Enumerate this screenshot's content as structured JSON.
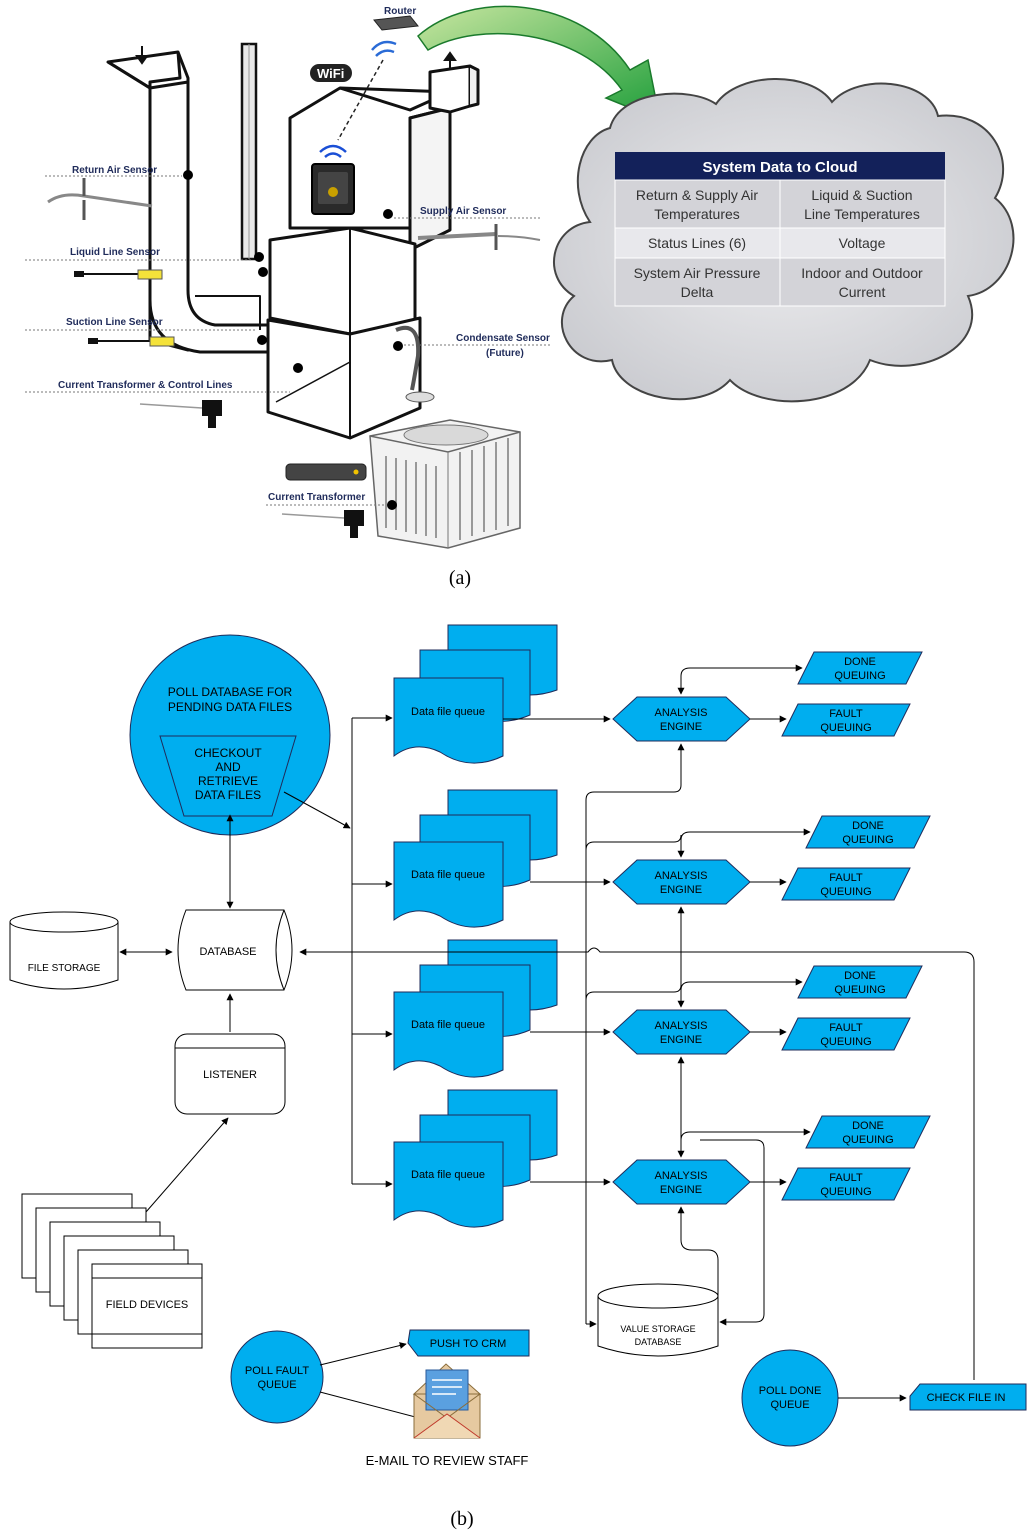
{
  "panel_a": {
    "router_label": "Router",
    "wifi_label": "WiFi",
    "sensors": {
      "return_air": "Return Air Sensor",
      "liquid_line": "Liquid Line Sensor",
      "suction_line": "Suction Line Sensor",
      "current_transformer_control": "Current Transformer & Control Lines",
      "supply_air": "Supply Air Sensor",
      "condensate": "Condensate Sensor",
      "condensate_note": "(Future)",
      "current_transformer": "Current Transformer"
    },
    "table": {
      "title": "System Data to Cloud",
      "rows": [
        [
          "Return & Supply Air",
          "Temperatures",
          "Liquid & Suction",
          "Line Temperatures"
        ],
        [
          "Status Lines (6)",
          "",
          "Voltage",
          ""
        ],
        [
          "System Air Pressure",
          "Delta",
          "Indoor  and Outdoor",
          "Current"
        ]
      ]
    },
    "caption": "(a)"
  },
  "panel_b": {
    "poll_database": [
      "POLL DATABASE FOR",
      "PENDING DATA FILES"
    ],
    "checkout": [
      "CHECKOUT",
      "AND",
      "RETRIEVE",
      "DATA FILES"
    ],
    "database": "DATABASE",
    "file_storage": "FILE STORAGE",
    "listener": "LISTENER",
    "field_devices": "FIELD DEVICES",
    "data_file_queue": "Data file queue",
    "analysis_engine": [
      "ANALYSIS",
      "ENGINE"
    ],
    "done_queuing": [
      "DONE",
      "QUEUING"
    ],
    "fault_queuing": [
      "FAULT",
      "QUEUING"
    ],
    "value_storage": [
      "VALUE STORAGE",
      "DATABASE"
    ],
    "poll_fault": [
      "POLL FAULT",
      "QUEUE"
    ],
    "push_to_crm": "PUSH TO CRM",
    "email_review": "E-MAIL TO REVIEW STAFF",
    "poll_done": [
      "POLL DONE",
      "QUEUE"
    ],
    "check_file_in": "CHECK FILE IN",
    "caption": "(b)"
  },
  "colors": {
    "shape_fill": "#00aeef",
    "table_header": "#13215a",
    "arrow_green": "#2db34a",
    "cloud_fill": "#d9dade"
  }
}
